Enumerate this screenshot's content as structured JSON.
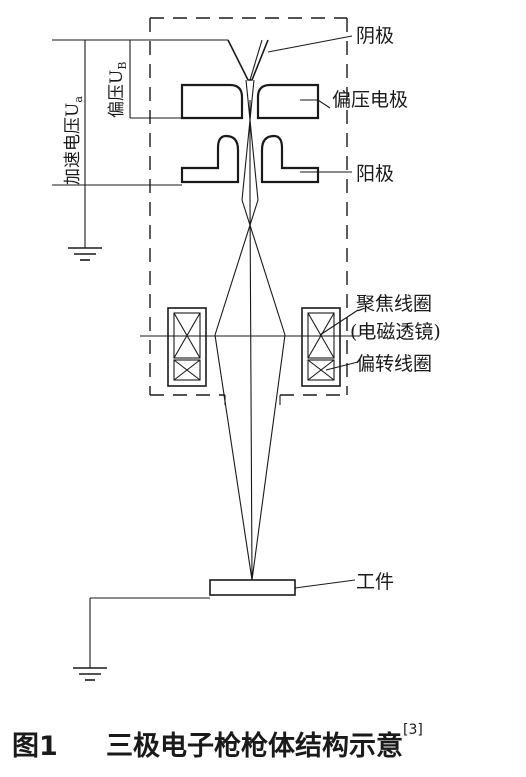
{
  "labels": {
    "cathode": "阴极",
    "bias_electrode": "偏压电极",
    "anode": "阳极",
    "focus_coil_line1": "聚焦线圈",
    "focus_coil_line2": "(电磁透镜)",
    "deflection_coil": "偏转线圈",
    "workpiece": "工件",
    "accel_voltage": "加速电压U",
    "accel_voltage_sub": "a",
    "bias_voltage": "偏压U",
    "bias_voltage_sub": "B"
  },
  "caption": {
    "figure_number": "图1",
    "text": "三极电子枪枪体结构示意",
    "reference": "[3]"
  }
}
